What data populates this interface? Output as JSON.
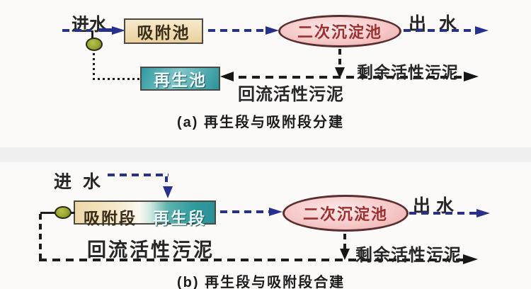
{
  "figure": {
    "description_note": "two-part activated sludge process flow diagram",
    "colors": {
      "navy_arrow": "#27308c",
      "black_line": "#1d1d1d",
      "tank_tan": "#f0dcb2",
      "tank_teal": "#2e9aa0",
      "clarifier_pink": "#f2bcbc",
      "clarifier_text": "#9c3030",
      "valve_olive": "#96a02e",
      "divider_band": "#f0eff0"
    }
  },
  "diagram_a": {
    "caption": "(a) 再生段与吸附段分建",
    "inflow_label": "进水",
    "outflow_label": "出水",
    "adsorption_tank_label": "吸附池",
    "regeneration_tank_label": "再生池",
    "clarifier_label": "二次沉淀池",
    "return_sludge_label": "回流活性污泥",
    "excess_sludge_label": "剩余活性污泥"
  },
  "diagram_b": {
    "caption": "(b) 再生段与吸附段合建",
    "inflow_label": "进水",
    "outflow_label": "出水",
    "adsorption_section_label": "吸附段",
    "regeneration_section_label": "再生段",
    "clarifier_label": "二次沉淀池",
    "return_sludge_label": "回流活性污泥",
    "excess_sludge_label": "剩余活性污泥"
  }
}
